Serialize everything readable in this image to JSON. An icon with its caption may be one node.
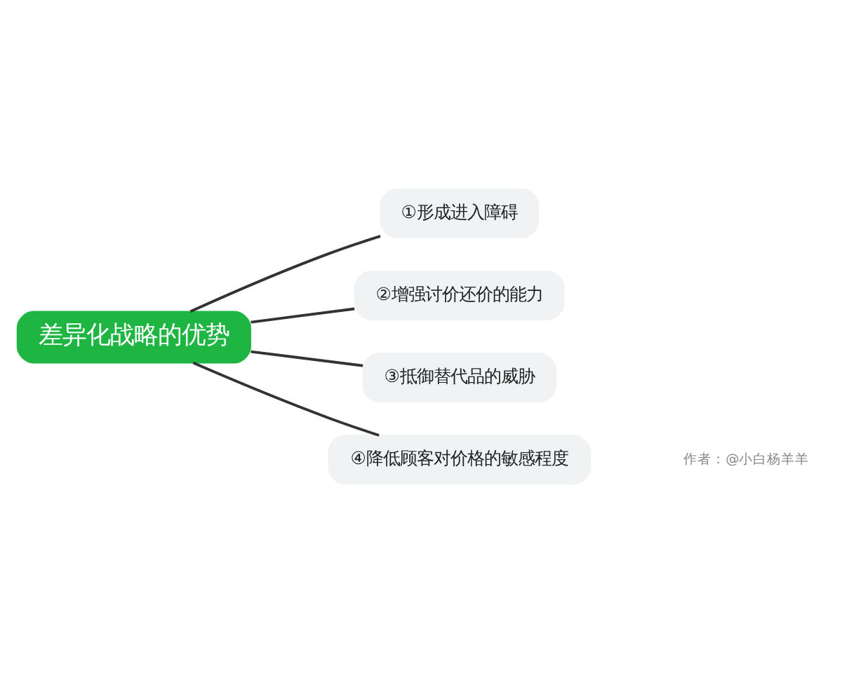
{
  "diagram": {
    "nodes": [
      {
        "text": [
          "差异化战略的优势"
        ]
      },
      {
        "text": [
          "①形成进入障碍"
        ]
      },
      {
        "text": [
          "②增强讨价还价的能力"
        ]
      },
      {
        "text": [
          "③抵御替代品的威胁"
        ]
      },
      {
        "text": [
          "④降低顾客对价格的敏感程度"
        ]
      }
    ],
    "edges": [
      {
        "from": 0,
        "to": 1,
        "arrow": "none"
      },
      {
        "from": 0,
        "to": 2,
        "arrow": "none"
      },
      {
        "from": 0,
        "to": 3,
        "arrow": "none"
      },
      {
        "from": 0,
        "to": 4,
        "arrow": "none"
      }
    ],
    "labels": [
      "作者：@小白杨羊羊"
    ]
  }
}
